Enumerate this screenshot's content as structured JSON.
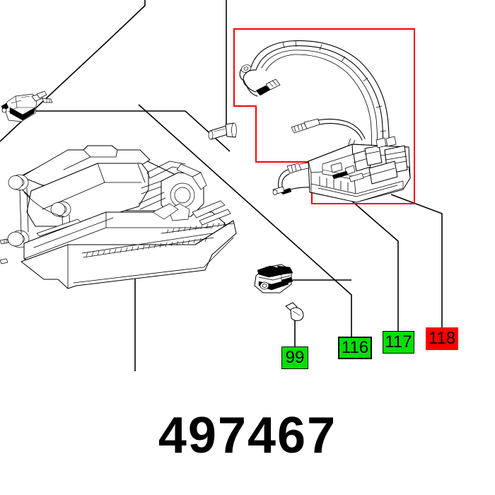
{
  "drawing": {
    "number": "497467",
    "type": "exploded-parts-diagram",
    "background_color": "#FFFFFF",
    "line_color": "#000000",
    "highlight_color": "#FF0000"
  },
  "highlight_box": {
    "name": "red-highlight-region",
    "color": "#FF0000",
    "encloses": "wiring-harness-and-control-module"
  },
  "labels": [
    {
      "id": "99",
      "text": "99",
      "fill": "#00E000",
      "border": "#000000",
      "border_width": "1.5px",
      "points_to": "screw"
    },
    {
      "id": "116",
      "text": "116",
      "fill": "#00E000",
      "border": "#000000",
      "border_width": "2.5px",
      "points_to": "switch-module"
    },
    {
      "id": "117",
      "text": "117",
      "fill": "#00E000",
      "border": "#000000",
      "border_width": "1.2px",
      "points_to": "control-module-base"
    },
    {
      "id": "118",
      "text": "118",
      "fill": "#FF0000",
      "border": "none",
      "border_width": "0px",
      "points_to": "wiring-harness-assembly"
    }
  ],
  "components": [
    {
      "name": "machine-body",
      "description": "main housing assembly, left"
    },
    {
      "name": "micro-switch",
      "description": "small switch with terminals, upper left"
    },
    {
      "name": "bolt",
      "description": "shoulder bolt, center"
    },
    {
      "name": "wiring-harness",
      "description": "cable loom with connectors"
    },
    {
      "name": "control-module",
      "description": "electronics module with terminal block"
    },
    {
      "name": "switch-module",
      "description": "small switch body, lower center"
    },
    {
      "name": "screw",
      "description": "pan head screw"
    }
  ]
}
